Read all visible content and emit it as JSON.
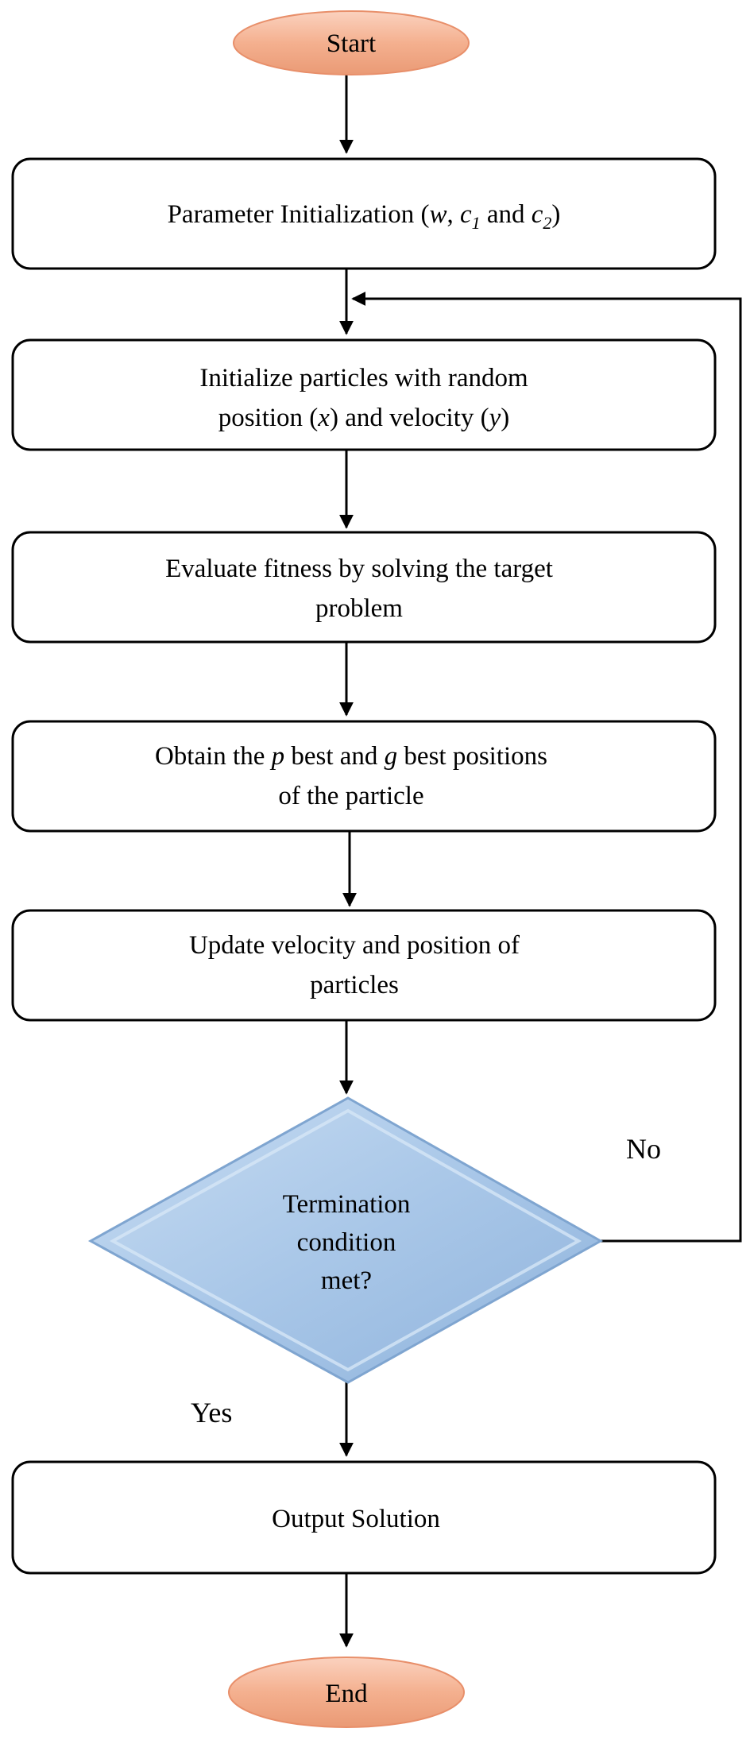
{
  "colors": {
    "terminal_fill": "#f4b08f",
    "terminal_stroke": "#e88f6a",
    "decision_fill": "#a9c7e8",
    "decision_stroke": "#7fa5d0",
    "line": "#000000"
  },
  "nodes": {
    "start": {
      "label": "Start"
    },
    "init_params": {
      "prefix": "Parameter Initialization (",
      "w": "w",
      "sep1": ", ",
      "c": "c",
      "sub1": "1",
      "sep2": " and ",
      "sub2": "2",
      "suffix": ")"
    },
    "init_particles": {
      "line1": "Initialize particles with random",
      "line2_a": "position (",
      "x": "x",
      "line2_b": ") and velocity (",
      "y": "y",
      "line2_c": ")"
    },
    "evaluate": {
      "line1": "Evaluate fitness by solving the target",
      "line2": "problem"
    },
    "obtain_best": {
      "line1_a": "Obtain the ",
      "p": "p",
      "line1_b": " best and ",
      "g": "g",
      "line1_c": " best positions",
      "line2": "of the particle"
    },
    "update": {
      "line1": "Update velocity and position of",
      "line2": "particles"
    },
    "decision": {
      "line1": "Termination",
      "line2": "condition",
      "line3": "met?"
    },
    "output": {
      "label": "Output Solution"
    },
    "end": {
      "label": "End"
    }
  },
  "edges": {
    "no_label": "No",
    "yes_label": "Yes"
  }
}
